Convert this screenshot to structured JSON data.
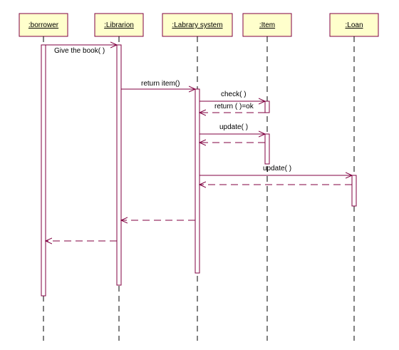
{
  "colors": {
    "object_fill": "#ffffcc",
    "line": "#800040",
    "lifeline": "#000000",
    "text": "#000000"
  },
  "objects": [
    {
      "id": "borrower",
      "label": ":borrower"
    },
    {
      "id": "librarian",
      "label": ":Librarion"
    },
    {
      "id": "system",
      "label": ":Labrary system"
    },
    {
      "id": "item",
      "label": ":Item"
    },
    {
      "id": "loan",
      "label": ":Loan"
    }
  ],
  "messages": [
    {
      "from": "borrower",
      "to": "librarian",
      "label": "Give the book( )",
      "kind": "call"
    },
    {
      "from": "librarian",
      "to": "system",
      "label": "return item()",
      "kind": "call"
    },
    {
      "from": "system",
      "to": "item",
      "label": "check( )",
      "kind": "call"
    },
    {
      "from": "item",
      "to": "system",
      "label": "return ( )=ok",
      "kind": "return"
    },
    {
      "from": "system",
      "to": "item",
      "label": "update( )",
      "kind": "call"
    },
    {
      "from": "item",
      "to": "system",
      "label": "",
      "kind": "return"
    },
    {
      "from": "system",
      "to": "loan",
      "label": "update( )",
      "kind": "call"
    },
    {
      "from": "loan",
      "to": "system",
      "label": "",
      "kind": "return"
    },
    {
      "from": "system",
      "to": "librarian",
      "label": "",
      "kind": "return"
    },
    {
      "from": "librarian",
      "to": "borrower",
      "label": "",
      "kind": "return"
    }
  ]
}
